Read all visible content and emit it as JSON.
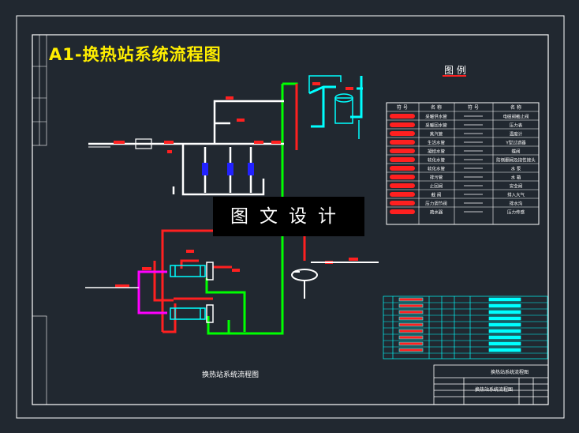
{
  "drawing": {
    "title": "A1-换热站系统流程图",
    "legend_title": "图 例",
    "watermark": "图文设计",
    "caption": "换热站系统流程图",
    "legend_table_headers": [
      "符 号",
      "名 称",
      "符 号",
      "名 称"
    ],
    "legend_left_names": [
      "采暖供水管",
      "采暖回水管",
      "蒸汽管",
      "生活水管",
      "凝结水管",
      "软化水管",
      "软化水管",
      "排污管",
      "止回阀",
      "截 阀",
      "压力调节阀",
      "疏水器"
    ],
    "legend_right_names": [
      "电磁阀截止阀",
      "压力表",
      "温度计",
      "Y型过滤器",
      "蝶阀",
      "防侧翻阀及挠性接头",
      "水 泵",
      "水 箱",
      "安全阀",
      "排入大气",
      "排水沟",
      "压力传感"
    ],
    "title_block_main": "换热站系统流程图",
    "title_block_sub": "换热站系统流程图"
  },
  "colors": {
    "background": "#212830",
    "frame": "#ffffff",
    "supply_pipe": "#ff2020",
    "return_pipe": "#00ff00",
    "steam_pipe": "#00ffff",
    "softened_pipe": "#ff00ff",
    "title": "#ffee00"
  }
}
